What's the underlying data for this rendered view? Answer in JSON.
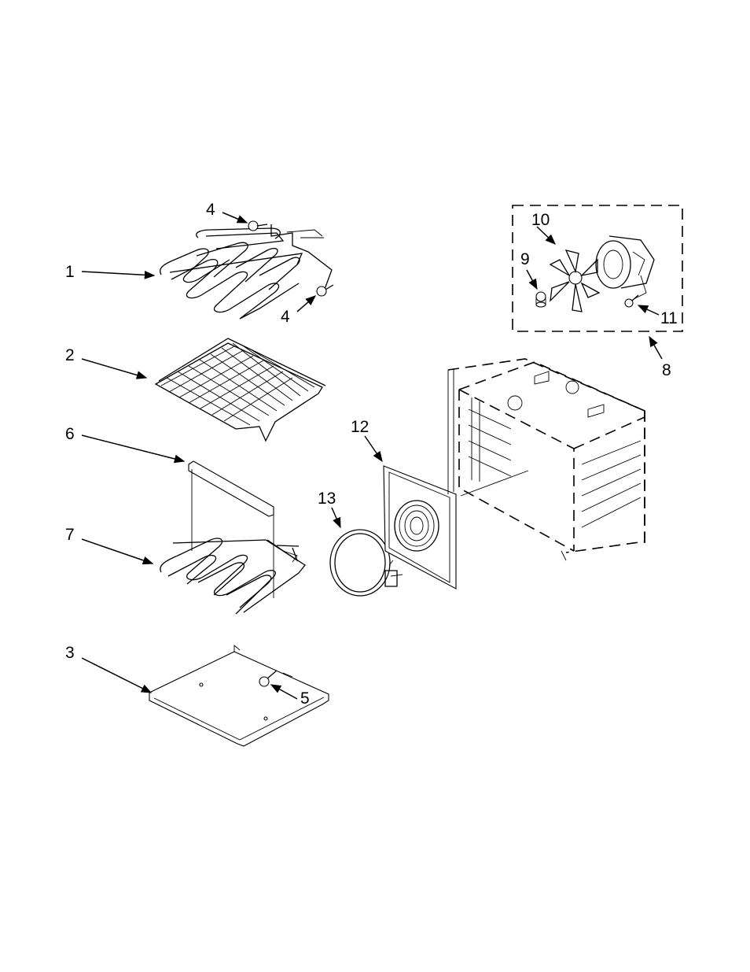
{
  "diagram": {
    "callouts": {
      "c1": "1",
      "c2": "2",
      "c3": "3",
      "c4a": "4",
      "c4b": "4",
      "c5": "5",
      "c6": "6",
      "c7": "7",
      "c8": "8",
      "c9": "9",
      "c10": "10",
      "c11": "11",
      "c12": "12",
      "c13": "13"
    },
    "parts": [
      {
        "callout": "1",
        "icon": "broil-element-icon"
      },
      {
        "callout": "2",
        "icon": "oven-rack-icon"
      },
      {
        "callout": "3",
        "icon": "bottom-panel-icon"
      },
      {
        "callout": "4",
        "icon": "screw-icon"
      },
      {
        "callout": "5",
        "icon": "screw-icon"
      },
      {
        "callout": "6",
        "icon": "element-shield-icon"
      },
      {
        "callout": "7",
        "icon": "bake-element-icon"
      },
      {
        "callout": "8",
        "icon": "convection-fan-assembly-icon"
      },
      {
        "callout": "9",
        "icon": "fan-nut-icon"
      },
      {
        "callout": "10",
        "icon": "fan-blade-icon"
      },
      {
        "callout": "11",
        "icon": "screw-icon"
      },
      {
        "callout": "12",
        "icon": "fan-baffle-icon"
      },
      {
        "callout": "13",
        "icon": "convection-element-icon"
      }
    ]
  }
}
